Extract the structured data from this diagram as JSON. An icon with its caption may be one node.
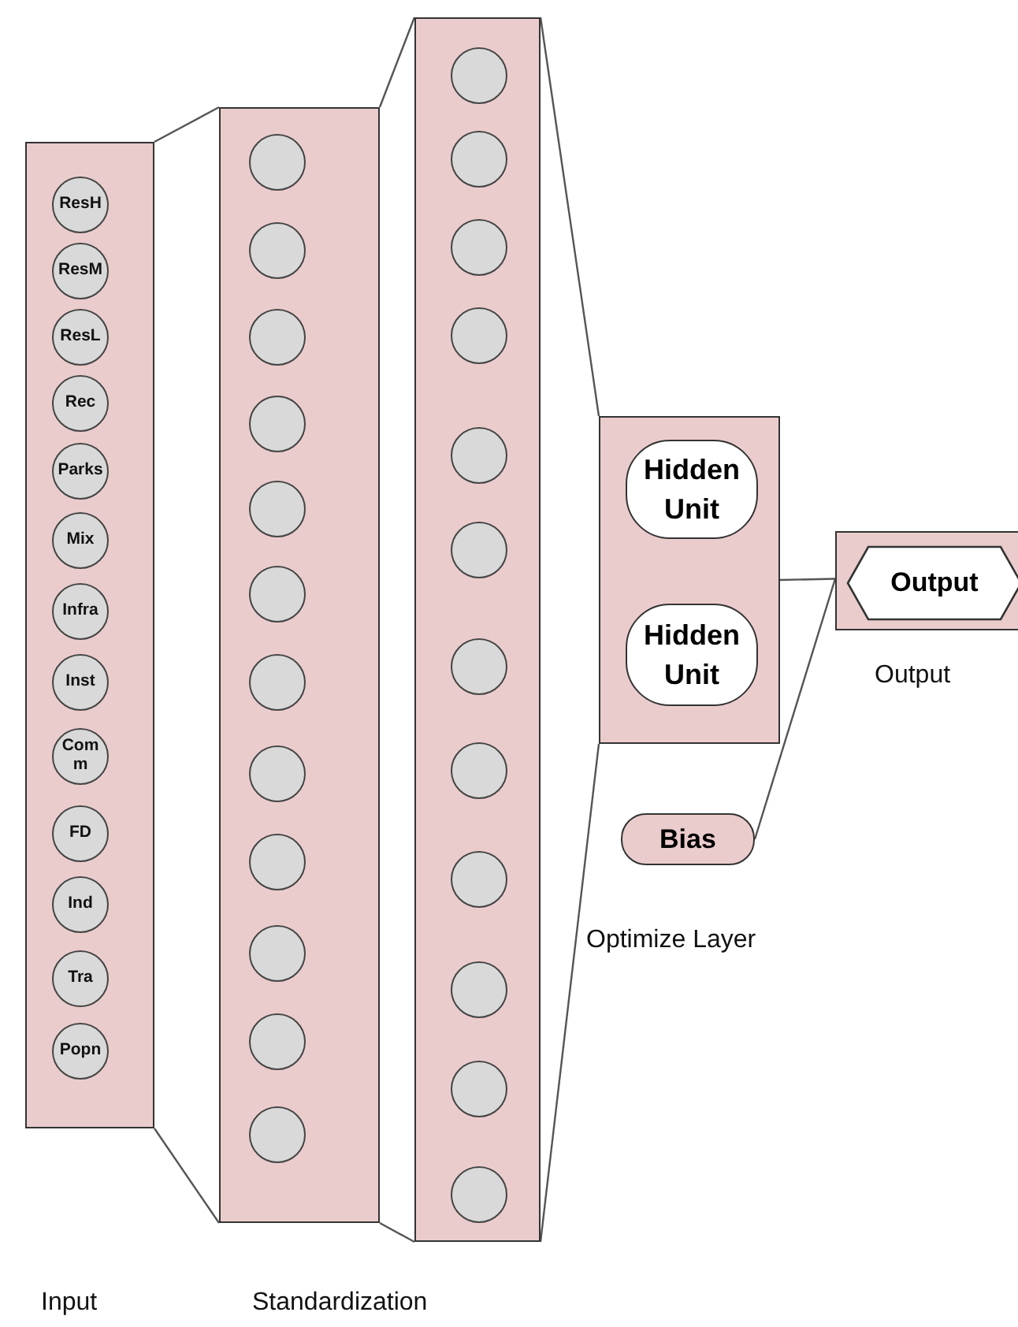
{
  "diagram": {
    "nodes": [
      {
        "text": [],
        "shape": "box"
      },
      {
        "text": [
          "ResH"
        ],
        "in": 0
      },
      {
        "text": [
          "ResM"
        ],
        "in": 0
      },
      {
        "text": [
          "ResL"
        ],
        "in": 0
      },
      {
        "text": [
          "Rec"
        ],
        "in": 0
      },
      {
        "text": [
          "Parks"
        ],
        "in": 0
      },
      {
        "text": [
          "Mix"
        ],
        "in": 0
      },
      {
        "text": [
          "Infra"
        ],
        "in": 0
      },
      {
        "text": [
          "Inst"
        ],
        "in": 0
      },
      {
        "text": [
          "Comm"
        ],
        "in": 0
      },
      {
        "text": [
          "FD"
        ],
        "in": 0
      },
      {
        "text": [
          "Ind"
        ],
        "in": 0
      },
      {
        "text": [
          "Tra"
        ],
        "in": 0
      },
      {
        "text": [
          "Popn"
        ],
        "in": 0
      },
      {
        "text": [],
        "shape": "box"
      },
      {
        "text": [],
        "shape": "circle",
        "in": 14
      },
      {
        "text": [],
        "shape": "circle",
        "in": 14
      },
      {
        "text": [],
        "shape": "circle",
        "in": 14
      },
      {
        "text": [],
        "shape": "circle",
        "in": 14
      },
      {
        "text": [],
        "shape": "circle",
        "in": 14
      },
      {
        "text": [],
        "shape": "circle",
        "in": 14
      },
      {
        "text": [],
        "shape": "circle",
        "in": 14
      },
      {
        "text": [],
        "shape": "circle",
        "in": 14
      },
      {
        "text": [],
        "shape": "circle",
        "in": 14
      },
      {
        "text": [],
        "shape": "circle",
        "in": 14
      },
      {
        "text": [],
        "shape": "circle",
        "in": 14
      },
      {
        "text": [],
        "shape": "circle",
        "in": 14
      },
      {
        "text": [],
        "shape": "box"
      },
      {
        "text": [],
        "shape": "circle",
        "in": 27
      },
      {
        "text": [],
        "shape": "circle",
        "in": 27
      },
      {
        "text": [],
        "shape": "circle",
        "in": 27
      },
      {
        "text": [],
        "shape": "circle",
        "in": 27
      },
      {
        "text": [],
        "shape": "circle",
        "in": 27
      },
      {
        "text": [],
        "shape": "circle",
        "in": 27
      },
      {
        "text": [],
        "shape": "circle",
        "in": 27
      },
      {
        "text": [],
        "shape": "circle",
        "in": 27
      },
      {
        "text": [],
        "shape": "circle",
        "in": 27
      },
      {
        "text": [],
        "shape": "circle",
        "in": 27
      },
      {
        "text": [],
        "shape": "circle",
        "in": 27
      },
      {
        "text": [],
        "shape": "circle",
        "in": 27
      },
      {
        "text": [],
        "shape": "box"
      },
      {
        "text": [
          "Hidden Unit"
        ],
        "in": 40
      },
      {
        "text": [
          "Hidden Unit"
        ],
        "in": 40
      },
      {
        "text": [
          "Bias"
        ]
      },
      {
        "text": [],
        "shape": "box"
      },
      {
        "text": [
          "Output"
        ],
        "in": 44
      }
    ],
    "edges": [
      {
        "from": 0,
        "to": 14,
        "arrow": "none"
      },
      {
        "from": 0,
        "to": 14,
        "arrow": "none"
      },
      {
        "from": 14,
        "to": 27,
        "arrow": "none"
      },
      {
        "from": 14,
        "to": 27,
        "arrow": "none"
      },
      {
        "from": 27,
        "to": 40,
        "arrow": "none"
      },
      {
        "from": 27,
        "to": 40,
        "arrow": "none"
      },
      {
        "from": 40,
        "to": 44,
        "arrow": "none"
      },
      {
        "from": 43,
        "to": 44,
        "arrow": "none"
      }
    ],
    "labels": [
      "Output",
      "Optimize Layer",
      "Input",
      "Standardization"
    ]
  }
}
